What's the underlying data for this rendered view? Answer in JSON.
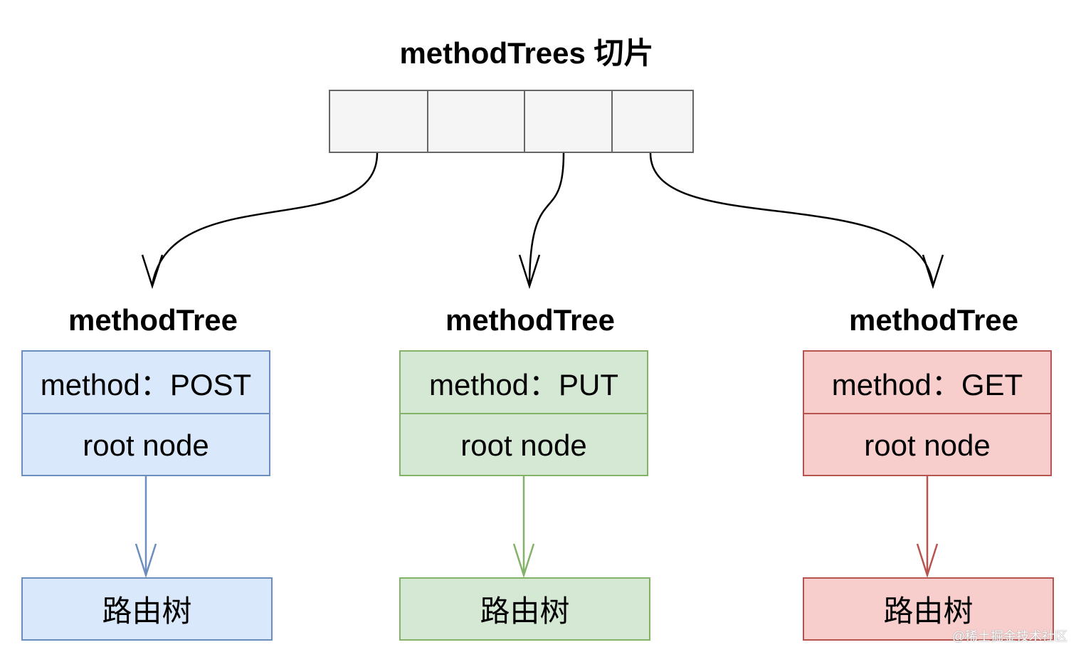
{
  "title": "methodTrees 切片",
  "slice": {
    "cells": 4
  },
  "trees": [
    {
      "title": "methodTree",
      "method": "method：POST",
      "root": "root node",
      "route": "路由树",
      "color": "#dae8fc",
      "stroke": "#6c8ebf"
    },
    {
      "title": "methodTree",
      "method": "method：PUT",
      "root": "root node",
      "route": "路由树",
      "color": "#d5e8d4",
      "stroke": "#82b366"
    },
    {
      "title": "methodTree",
      "method": "method：GET",
      "root": "root node",
      "route": "路由树",
      "color": "#f8cecc",
      "stroke": "#b85450"
    }
  ],
  "watermark": "@稀土掘金技术社区"
}
